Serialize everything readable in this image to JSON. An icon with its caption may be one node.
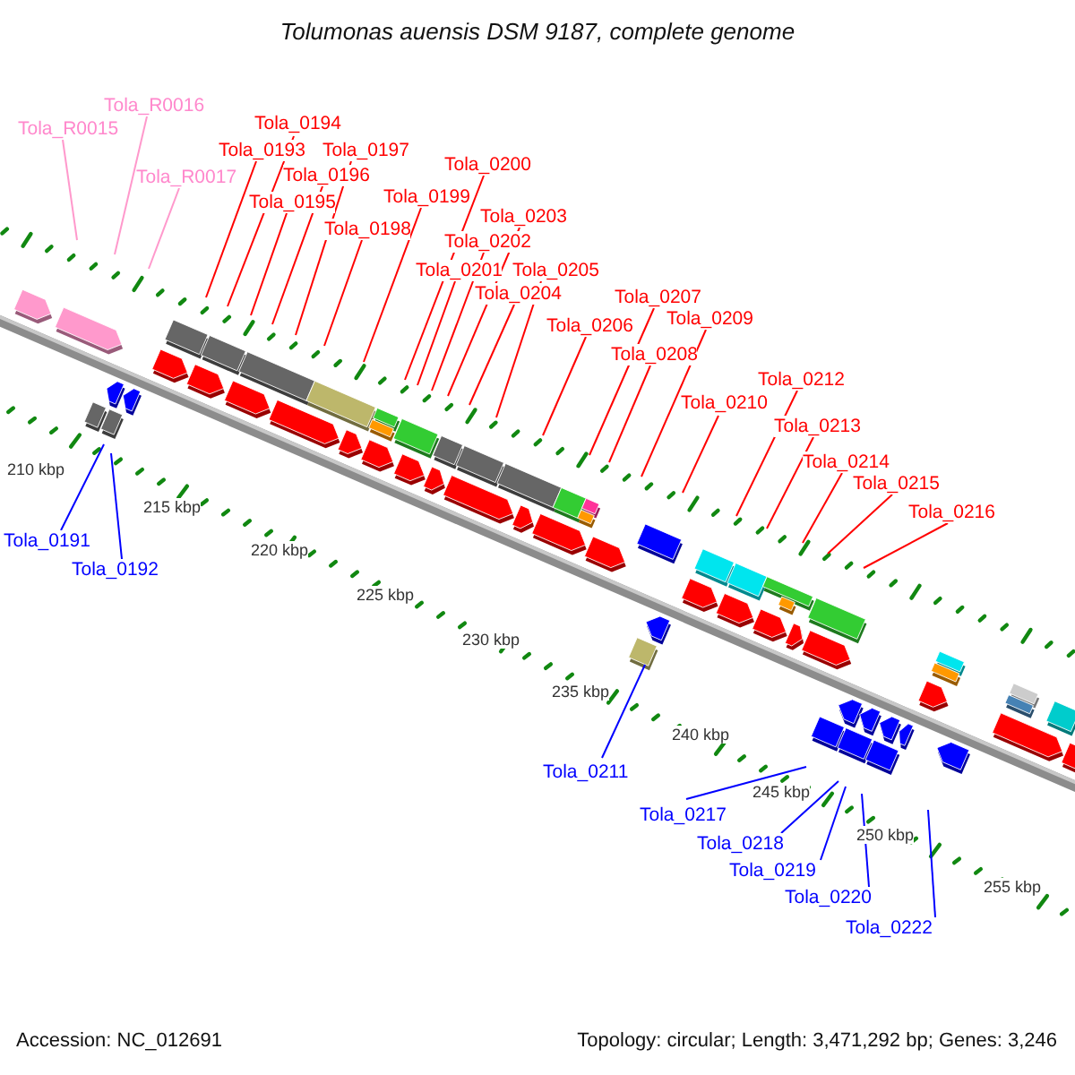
{
  "diagram": {
    "title": "Tolumonas auensis DSM 9187, complete genome",
    "nodes": [
      {
        "text": [
          "Tola_R0015"
        ]
      },
      {
        "text": [
          "Tola_R0016"
        ]
      },
      {
        "text": [
          "Tola_R0017"
        ]
      },
      {
        "text": [
          "Tola_0193"
        ]
      },
      {
        "text": [
          "Tola_0194"
        ]
      },
      {
        "text": [
          "Tola_0195"
        ]
      },
      {
        "text": [
          "Tola_0196"
        ]
      },
      {
        "text": [
          "Tola_0197"
        ]
      },
      {
        "text": [
          "Tola_0198"
        ]
      },
      {
        "text": [
          "Tola_0199"
        ]
      },
      {
        "text": [
          "Tola_0200"
        ]
      },
      {
        "text": [
          "Tola_0201"
        ]
      },
      {
        "text": [
          "Tola_0202"
        ]
      },
      {
        "text": [
          "Tola_0203"
        ]
      },
      {
        "text": [
          "Tola_0204"
        ]
      },
      {
        "text": [
          "Tola_0205"
        ]
      },
      {
        "text": [
          "Tola_0206"
        ]
      },
      {
        "text": [
          "Tola_0207"
        ]
      },
      {
        "text": [
          "Tola_0208"
        ]
      },
      {
        "text": [
          "Tola_0209"
        ]
      },
      {
        "text": [
          "Tola_0210"
        ]
      },
      {
        "text": [
          "Tola_0212"
        ]
      },
      {
        "text": [
          "Tola_0213"
        ]
      },
      {
        "text": [
          "Tola_0214"
        ]
      },
      {
        "text": [
          "Tola_0215"
        ]
      },
      {
        "text": [
          "Tola_0216"
        ]
      },
      {
        "text": [
          "Tola_0191"
        ]
      },
      {
        "text": [
          "Tola_0192"
        ]
      },
      {
        "text": [
          "Tola_0211"
        ]
      },
      {
        "text": [
          "Tola_0217"
        ]
      },
      {
        "text": [
          "Tola_0218"
        ]
      },
      {
        "text": [
          "Tola_0219"
        ]
      },
      {
        "text": [
          "Tola_0220"
        ]
      },
      {
        "text": [
          "Tola_0222"
        ]
      }
    ],
    "edges": [
      {
        "from": 0,
        "to": null,
        "arrow": "none",
        "color": "#ff99cc"
      },
      {
        "from": 1,
        "to": null,
        "arrow": "none",
        "color": "#ff99cc"
      },
      {
        "from": 2,
        "to": null,
        "arrow": "none",
        "color": "#ff99cc"
      },
      {
        "from": 3,
        "to": null,
        "arrow": "none"
      },
      {
        "from": 4,
        "to": null,
        "arrow": "none"
      },
      {
        "from": 5,
        "to": null,
        "arrow": "none"
      },
      {
        "from": 6,
        "to": null,
        "arrow": "none"
      },
      {
        "from": 7,
        "to": null,
        "arrow": "none"
      },
      {
        "from": 8,
        "to": null,
        "arrow": "none"
      },
      {
        "from": 9,
        "to": null,
        "arrow": "none"
      },
      {
        "from": 10,
        "to": null,
        "arrow": "none"
      },
      {
        "from": 11,
        "to": null,
        "arrow": "none"
      },
      {
        "from": 12,
        "to": null,
        "arrow": "none"
      },
      {
        "from": 13,
        "to": null,
        "arrow": "none"
      },
      {
        "from": 14,
        "to": null,
        "arrow": "none"
      },
      {
        "from": 15,
        "to": null,
        "arrow": "none"
      },
      {
        "from": 16,
        "to": null,
        "arrow": "none"
      },
      {
        "from": 17,
        "to": null,
        "arrow": "none"
      },
      {
        "from": 18,
        "to": null,
        "arrow": "none"
      },
      {
        "from": 19,
        "to": null,
        "arrow": "none"
      },
      {
        "from": 20,
        "to": null,
        "arrow": "none"
      },
      {
        "from": 21,
        "to": null,
        "arrow": "none"
      },
      {
        "from": 22,
        "to": null,
        "arrow": "none"
      },
      {
        "from": 23,
        "to": null,
        "arrow": "none"
      },
      {
        "from": 24,
        "to": null,
        "arrow": "none"
      },
      {
        "from": 25,
        "to": null,
        "arrow": "none"
      },
      {
        "from": 26,
        "to": null,
        "arrow": "none",
        "color": "#0000ff"
      },
      {
        "from": 27,
        "to": null,
        "arrow": "none",
        "color": "#0000ff"
      },
      {
        "from": 28,
        "to": null,
        "arrow": "none",
        "color": "#0000ff"
      },
      {
        "from": 29,
        "to": null,
        "arrow": "none",
        "color": "#0000ff"
      },
      {
        "from": 30,
        "to": null,
        "arrow": "none",
        "color": "#0000ff"
      },
      {
        "from": 31,
        "to": null,
        "arrow": "none",
        "color": "#0000ff"
      },
      {
        "from": 32,
        "to": null,
        "arrow": "none",
        "color": "#0000ff"
      },
      {
        "from": 33,
        "to": null,
        "arrow": "none",
        "color": "#0000ff"
      }
    ],
    "labels": [
      "210 kbp",
      "215 kbp",
      "220 kbp",
      "225 kbp",
      "230 kbp",
      "235 kbp",
      "240 kbp",
      "245 kbp",
      "250 kbp",
      "255 kbp",
      "Accession: NC_012691",
      "Topology: circular; Length: 3,471,292 bp; Genes: 3,246"
    ]
  }
}
